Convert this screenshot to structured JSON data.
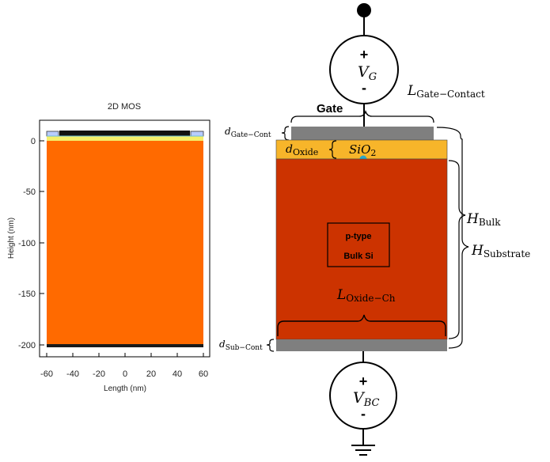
{
  "plot": {
    "title": "2D MOS",
    "ylabel": "Height (nm)",
    "xlabel": "Length (nm)",
    "x_ticks": [
      "-60",
      "-40",
      "-20",
      "0",
      "20",
      "40",
      "60"
    ],
    "y_ticks": [
      "0",
      "-50",
      "-100",
      "-150",
      "-200"
    ],
    "colors": {
      "substrate": "#ff6a00",
      "oxide": "#f4ef6a",
      "gate": "#111111",
      "oxide_edge": "#b8ccff",
      "contact": "#1a1a1a"
    }
  },
  "schematic": {
    "gate_label": "Gate",
    "vg": {
      "plus": "+",
      "minus": "-",
      "symbol": "V",
      "subscript": "G"
    },
    "vbc": {
      "plus": "+",
      "minus": "-",
      "symbol": "V",
      "subscript": "BC"
    },
    "l_gate_contact": {
      "symbol": "L",
      "subscript": "Gate−Contact"
    },
    "d_gate_cont": {
      "symbol": "d",
      "subscript": "Gate−Cont"
    },
    "d_oxide": {
      "symbol": "d",
      "subscript": "Oxide"
    },
    "sio2": {
      "symbol": "SiO",
      "subscript": "2"
    },
    "h_bulk": {
      "symbol": "H",
      "subscript": "Bulk"
    },
    "h_substrate": {
      "symbol": "H",
      "subscript": "Substrate"
    },
    "bulk_box": {
      "line1": "p-type",
      "line2": "Bulk Si"
    },
    "l_oxide_ch": {
      "symbol": "L",
      "subscript": "Oxide−Ch"
    },
    "d_sub_cont": {
      "symbol": "d",
      "subscript": "Sub−Cont"
    },
    "colors": {
      "bulk": "#cc3300",
      "oxide": "#f7b52a",
      "contact": "#7f7f7f",
      "dot": "#2aa7c9"
    }
  }
}
